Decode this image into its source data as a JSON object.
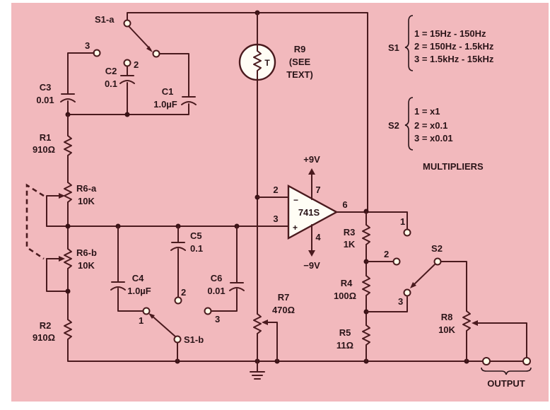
{
  "diagram": {
    "type": "circuit-schematic",
    "colors": {
      "background": "#f2b9bd",
      "wire": "#4a1a1e",
      "text": "#2a1418",
      "component_fill": "#fffdf5"
    },
    "components": {
      "S1a": {
        "name": "S1-a",
        "positions": [
          "3",
          "2"
        ]
      },
      "C1": {
        "name": "C1",
        "value": "1.0µF"
      },
      "C2": {
        "name": "C2",
        "value": "0.1"
      },
      "C3": {
        "name": "C3",
        "value": "0.01"
      },
      "R1": {
        "name": "R1",
        "value": "910Ω"
      },
      "R2": {
        "name": "R2",
        "value": "910Ω"
      },
      "R6a": {
        "name": "R6-a",
        "value": "10K"
      },
      "R6b": {
        "name": "R6-b",
        "value": "10K"
      },
      "C4": {
        "name": "C4",
        "value": "1.0µF"
      },
      "C5": {
        "name": "C5",
        "value": "0.1"
      },
      "C6": {
        "name": "C6",
        "value": "0.01"
      },
      "S1b": {
        "name": "S1-b",
        "positions": [
          "1",
          "2",
          "3"
        ]
      },
      "R9": {
        "name": "R9",
        "note_line1": "(SEE",
        "note_line2": "TEXT)",
        "symbol": "T"
      },
      "R7": {
        "name": "R7",
        "value": "470Ω"
      },
      "U1": {
        "name": "741S",
        "pin_inv": "2",
        "pin_noninv": "3",
        "pin_out": "6",
        "pin_vpos": "7",
        "pin_vneg": "4",
        "vpos": "+9V",
        "vneg": "−9V",
        "minus": "−",
        "plus": "+"
      },
      "R3": {
        "name": "R3",
        "value": "1K"
      },
      "R4": {
        "name": "R4",
        "value": "100Ω"
      },
      "R5": {
        "name": "R5",
        "value": "11Ω"
      },
      "S2": {
        "name": "S2",
        "positions": [
          "1",
          "2",
          "3"
        ]
      },
      "R8": {
        "name": "R8",
        "value": "10K"
      }
    },
    "output_label": "OUTPUT",
    "legend": {
      "s1": {
        "name": "S1",
        "items": [
          "1 = 15Hz - 150Hz",
          "2 = 150Hz - 1.5kHz",
          "3 = 1.5kHz - 15kHz"
        ]
      },
      "s2": {
        "name": "S2",
        "items": [
          "1 = x1",
          "2 = x0.1",
          "3 = x0.01"
        ]
      },
      "caption": "MULTIPLIERS"
    }
  }
}
